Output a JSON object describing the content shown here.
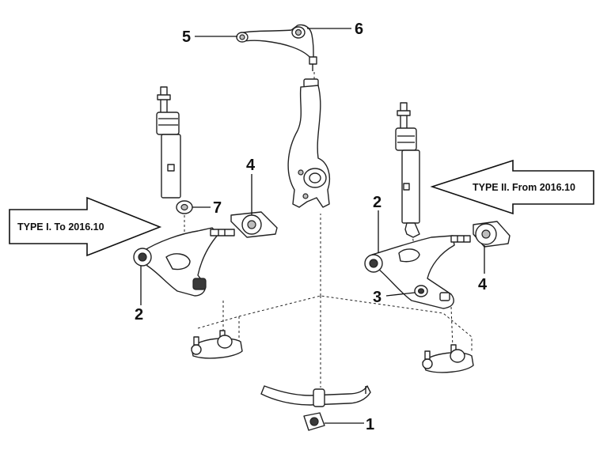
{
  "callouts": {
    "c1": "1",
    "c2_left": "2",
    "c2_right": "2",
    "c3": "3",
    "c4_left": "4",
    "c4_right": "4",
    "c5": "5",
    "c6": "6",
    "c7": "7"
  },
  "labels": {
    "type1": "TYPE I. To 2016.10",
    "type2": "TYPE II. From 2016.10"
  },
  "colors": {
    "ink": "#111111",
    "part_fill": "#ffffff",
    "bushing_dark": "#3a3a3a"
  }
}
